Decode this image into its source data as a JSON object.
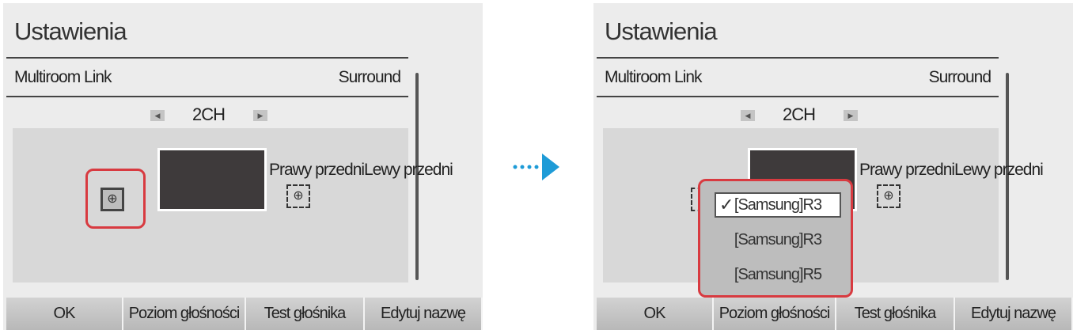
{
  "left": {
    "title": "Ustawienia",
    "row_left": "Multiroom Link",
    "row_right": "Surround",
    "arrow_left": "◀",
    "mode": "2CH",
    "arrow_right": "▶",
    "speaker_label": "Prawy przedniLewy przedni",
    "speaker_icon": "⊕",
    "footer": {
      "ok": "OK",
      "volume": "Poziom głośności",
      "test": "Test głośnika",
      "edit": "Edytuj nazwę"
    }
  },
  "right": {
    "title": "Ustawienia",
    "row_left": "Multiroom Link",
    "row_right": "Surround",
    "arrow_left": "◀",
    "mode": "2CH",
    "arrow_right": "▶",
    "speaker_label": "Prawy przedniLewy przedni",
    "speaker_icon": "⊕",
    "dropdown": {
      "items": [
        "[Samsung]R3",
        "[Samsung]R3",
        "[Samsung]R5"
      ],
      "selected_index": 0,
      "check": "✓"
    },
    "footer": {
      "ok": "OK",
      "volume": "Poziom głośności",
      "test": "Test głośnika",
      "edit": "Edytuj nazwę"
    }
  },
  "colors": {
    "highlight": "#d83a40",
    "transition_arrow": "#1e9bd7"
  }
}
